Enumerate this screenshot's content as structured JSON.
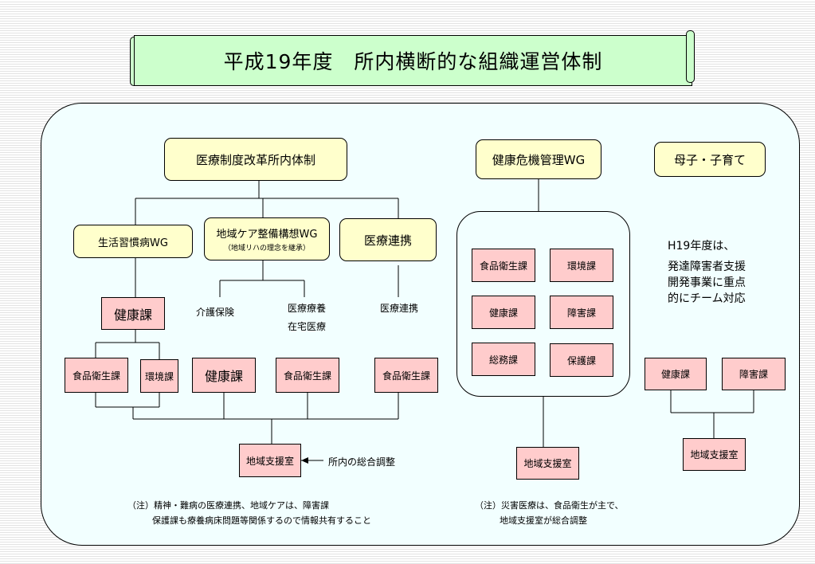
{
  "title": "平成19年度　所内横断的な組織運営体制",
  "left_section": {
    "head": "医療制度改革所内体制",
    "wg1": "生活習慣病WG",
    "wg2": "地域ケア整備構想WG",
    "wg2_sub": "（地域リハの理念を継承）",
    "wg3": "医療連携",
    "kenko_ka_1": "健康課",
    "shokuhin_1": "食品衛生課",
    "kankyo_1": "環境課",
    "kaigo_hoken": "介護保険",
    "iryo_ryoyo": "医療療養",
    "zaitaku_iryo": "在宅医療",
    "iryo_renkei_label": "医療連携",
    "kenko_ka_2": "健康課",
    "shokuhin_2": "食品衛生課",
    "shokuhin_3": "食品衛生課",
    "chiiki_shien": "地域支援室",
    "arrow_label": "所内の総合調整",
    "note_line1": "（注）精神・難病の医療連携、地域ケアは、障害課",
    "note_line2": "保護課も療養病床問題等関係するので情報共有すること"
  },
  "middle_section": {
    "head": "健康危機管理WG",
    "shokuhin": "食品衛生課",
    "kankyo": "環境課",
    "kenko": "健康課",
    "shogai": "障害課",
    "somu": "総務課",
    "hogo": "保護課",
    "chiiki_shien": "地域支援室",
    "note_line1": "（注）災害医療は、食品衛生が主で、",
    "note_line2": "地域支援室が総合調整"
  },
  "right_section": {
    "head": "母子・子育て",
    "desc_line1": "H19年度は、",
    "desc_line2": "発達障害者支援",
    "desc_line3": "開発事業に重点",
    "desc_line4": "的にチーム対応",
    "kenko": "健康課",
    "shogai": "障害課",
    "chiiki_shien": "地域支援室"
  }
}
